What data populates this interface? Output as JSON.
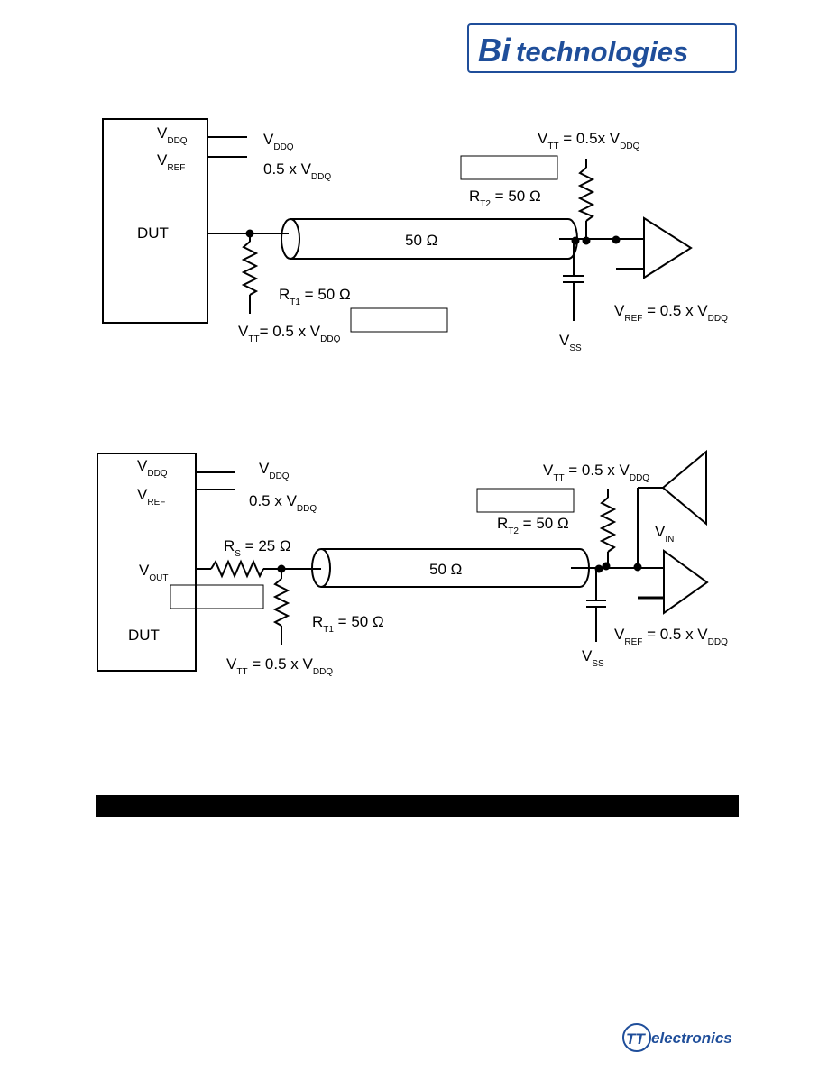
{
  "header_logo": {
    "mark": "Bi",
    "word": "technologies"
  },
  "footer_logo": {
    "mark": "TT",
    "word": "electronics"
  },
  "diagram1": {
    "dut": "DUT",
    "pin_vddq": {
      "v": "V",
      "s": "DDQ"
    },
    "pin_vref": {
      "v": "V",
      "s": "REF"
    },
    "ext_vddq": {
      "v": "V",
      "s": "DDQ"
    },
    "ext_vref": {
      "pre": "0.5 x V",
      "s": "DDQ"
    },
    "line_impedance": "50 Ω",
    "rt1": {
      "v": "R",
      "s": "T1",
      "rest": " = 50 Ω"
    },
    "vtt_left": {
      "v": "V",
      "s": "TT",
      "mid": "= 0.5 x V",
      "s2": "DDQ"
    },
    "vtt_right": {
      "v": "V",
      "s": "TT",
      "mid": " = 0.5x V",
      "s2": "DDQ"
    },
    "rt2": {
      "v": "R",
      "s": "T2",
      "rest": " = 50 Ω"
    },
    "vref_rx": {
      "v": "V",
      "s": "REF",
      "mid": " = 0.5 x V",
      "s2": "DDQ"
    },
    "vss": {
      "v": "V",
      "s": "SS"
    }
  },
  "diagram2": {
    "dut": "DUT",
    "pin_vddq": {
      "v": "V",
      "s": "DDQ"
    },
    "pin_vref": {
      "v": "V",
      "s": "REF"
    },
    "pin_vout": {
      "v": "V",
      "s": "OUT"
    },
    "ext_vddq": {
      "v": "V",
      "s": "DDQ"
    },
    "ext_vref": {
      "pre": "0.5 x V",
      "s": "DDQ"
    },
    "rs": {
      "v": "R",
      "s": "S",
      "rest": " = 25 Ω"
    },
    "line_impedance": "50 Ω",
    "rt1": {
      "v": "R",
      "s": "T1",
      "rest": " = 50 Ω"
    },
    "vtt_left": {
      "v": "V",
      "s": "TT",
      "mid": " = 0.5 x V",
      "s2": "DDQ"
    },
    "vtt_right": {
      "v": "V",
      "s": "TT",
      "mid": " = 0.5 x V",
      "s2": "DDQ"
    },
    "rt2": {
      "v": "R",
      "s": "T2",
      "rest": " = 50 Ω"
    },
    "vin": {
      "v": "V",
      "s": "IN"
    },
    "vref_rx": {
      "v": "V",
      "s": "REF",
      "mid": " = 0.5 x V",
      "s2": "DDQ"
    },
    "vss": {
      "v": "V",
      "s": "SS"
    }
  }
}
